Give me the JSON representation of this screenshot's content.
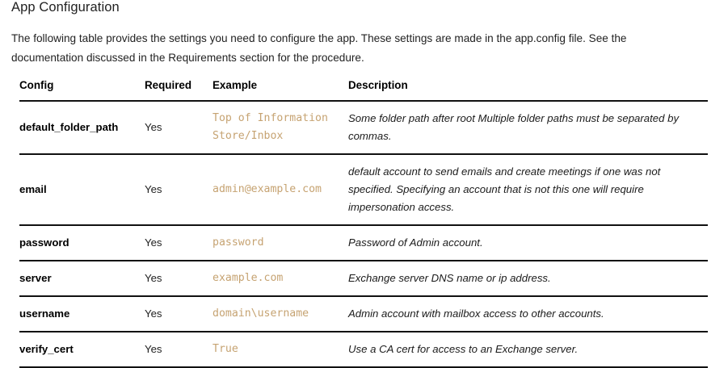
{
  "document": {
    "title": "App Configuration",
    "intro": "The following table provides the settings you need to configure the app. These settings are made in the app.config file. See the documentation discussed in the Requirements section for the procedure."
  },
  "colors": {
    "example_code": "#c6a372",
    "text": "#222222",
    "rule": "#111111"
  },
  "table": {
    "headers": {
      "config": "Config",
      "required": "Required",
      "example": "Example",
      "description": "Description"
    },
    "rows": [
      {
        "config": "default_folder_path",
        "required": "Yes",
        "example": "Top of Information Store/Inbox",
        "description": "Some folder path after root Multiple folder paths must be separated by commas."
      },
      {
        "config": "email",
        "required": "Yes",
        "example": "admin@example.com",
        "description": "default account to send emails and create meetings if one was not specified. Specifying an account that is not this one will require impersonation access."
      },
      {
        "config": "password",
        "required": "Yes",
        "example": "password",
        "description": "Password of Admin account."
      },
      {
        "config": "server",
        "required": "Yes",
        "example": "example.com",
        "description": "Exchange server DNS name or ip address."
      },
      {
        "config": "username",
        "required": "Yes",
        "example": "domain\\username",
        "description": "Admin account with mailbox access to other accounts."
      },
      {
        "config": "verify_cert",
        "required": "Yes",
        "example": "True",
        "description": "Use a CA cert for access to an Exchange server."
      }
    ]
  }
}
